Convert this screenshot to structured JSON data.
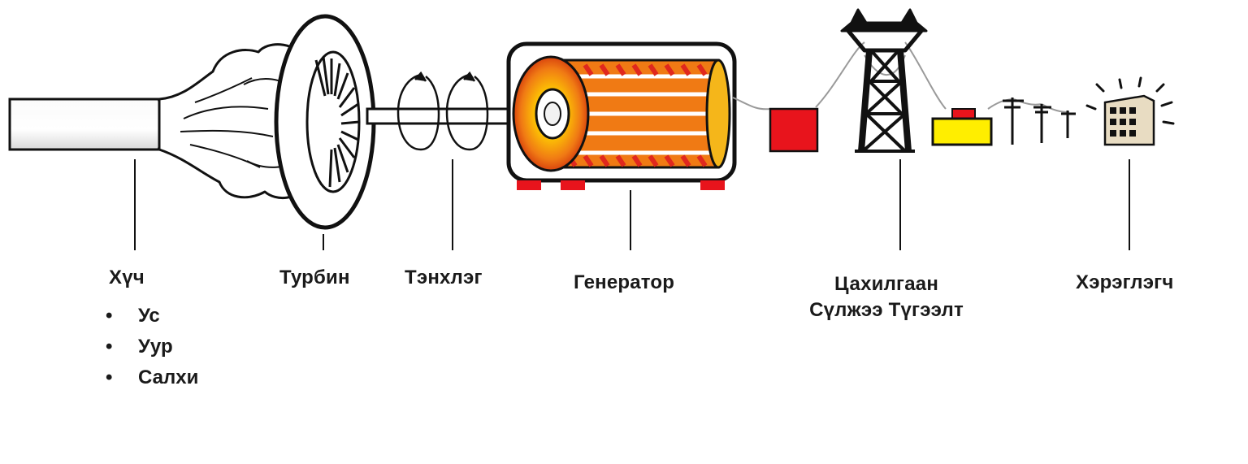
{
  "labels": {
    "force": "Хүч",
    "turbine": "Турбин",
    "shaft": "Тэнхлэг",
    "generator": "Генератор",
    "grid_line1": "Цахилгаан",
    "grid_line2": "Сүлжээ Түгээлт",
    "consumer": "Хэрэглэгч"
  },
  "sources": [
    "Ус",
    "Уур",
    "Салхи"
  ],
  "colors": {
    "coil_red": "#e0281e",
    "coil_orange": "#f07a14",
    "core_yellow": "#f5b61a",
    "transformer_red": "#e8141c",
    "transformer_yellow": "#ffee00",
    "line": "#1a1a1a"
  },
  "icons": {
    "pipe": "pipe-icon",
    "steam": "steam-cloud-icon",
    "turbine": "turbine-wheel-icon",
    "rotation": "rotation-arrow-icon",
    "generator": "generator-icon",
    "tower": "transmission-tower-icon",
    "transformer": "transformer-icon",
    "pole": "utility-pole-icon",
    "building": "building-icon"
  }
}
